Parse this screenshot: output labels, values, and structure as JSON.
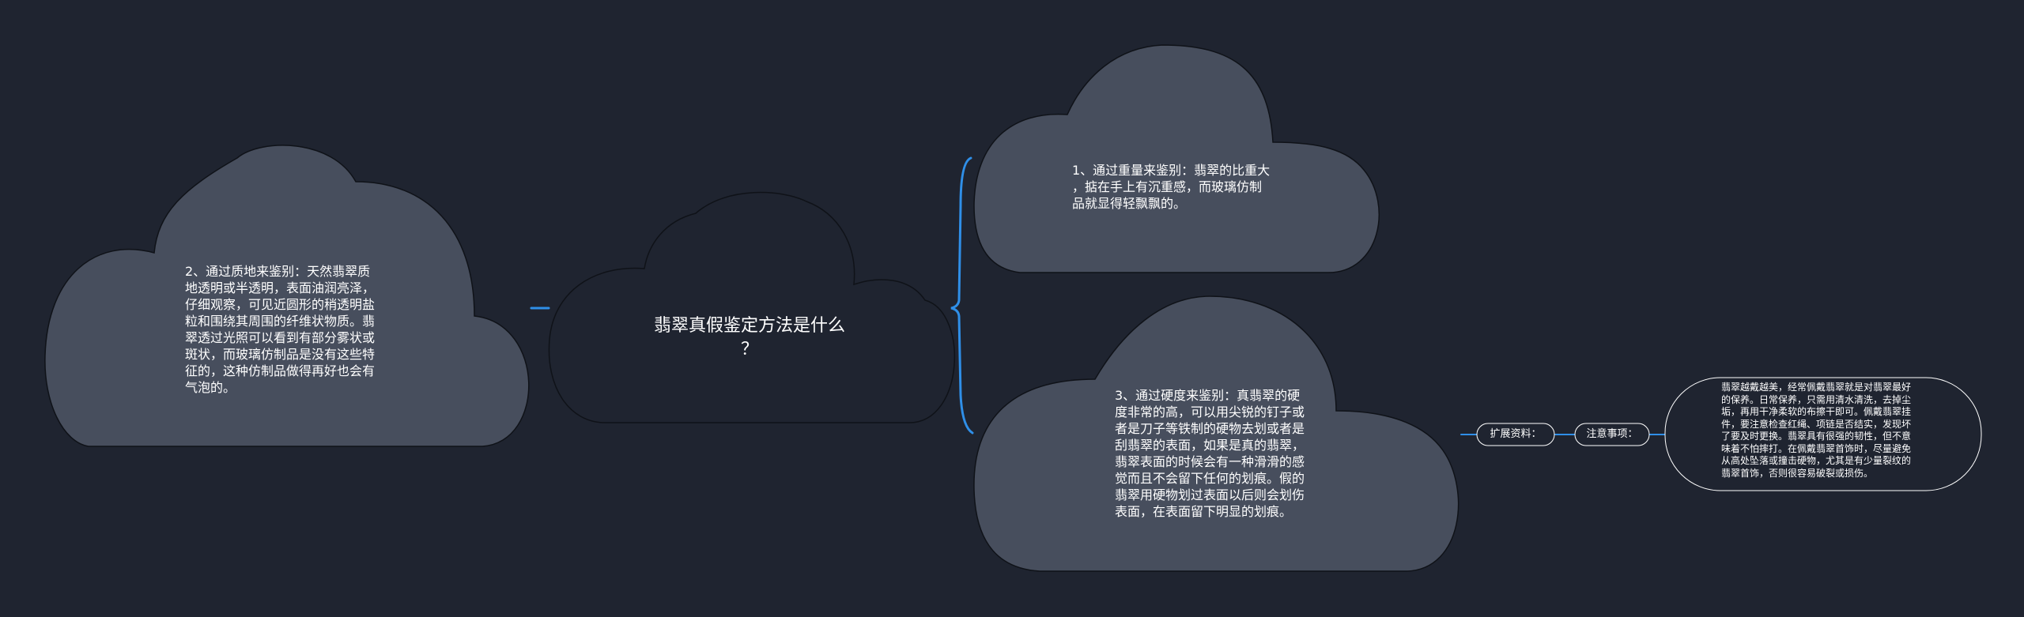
{
  "root": {
    "title": "翡翠真假鉴定方法是什么\n？"
  },
  "branches": [
    {
      "text": "1、通过重量来鉴别：翡翠的比重大\n，掂在手上有沉重感，而玻璃仿制\n品就显得轻飘飘的。"
    },
    {
      "text": "3、通过硬度来鉴别：真翡翠的硬\n度非常的高，可以用尖锐的钉子或\n者是刀子等铁制的硬物去划或者是\n刮翡翠的表面，如果是真的翡翠，\n翡翠表面的时候会有一种滑滑的感\n觉而且不会留下任何的划痕。假的\n翡翠用硬物划过表面以后则会划伤\n表面，在表面留下明显的划痕。"
    },
    {
      "text": "2、通过质地来鉴别：天然翡翠质\n地透明或半透明，表面油润亮泽，\n仔细观察，可见近圆形的稍透明盐\n粒和围绕其周围的纤维状物质。翡\n翠透过光照可以看到有部分雾状或\n斑状，而玻璃仿制品是没有这些特\n征的，这种仿制品做得再好也会有\n气泡的。"
    }
  ],
  "extension": {
    "label": "扩展资料：",
    "sub_label": "注意事项：",
    "note": "翡翠越戴越美，经常佩戴翡翠就是对翡翠最好\n的保养。日常保养，只需用清水清洗，去掉尘\n垢，再用干净柔软的布擦干即可。佩戴翡翠挂\n件，要注意检查红绳、项链是否结实，发现坏\n了要及时更换。翡翠具有很强的韧性，但不意\n味着不怕摔打。在佩戴翡翠首饰时，尽量避免\n从高处坠落或撞击硬物，尤其是有少量裂纹的\n翡翠首饰，否则很容易破裂或损伤。"
  },
  "colors": {
    "background": "#1f2430",
    "cloud_fill": "#474e5d",
    "root_fill": "#1f2430",
    "outline": "#0f1218",
    "connector": "#2f8fe8",
    "tag_border": "#ffffff"
  }
}
